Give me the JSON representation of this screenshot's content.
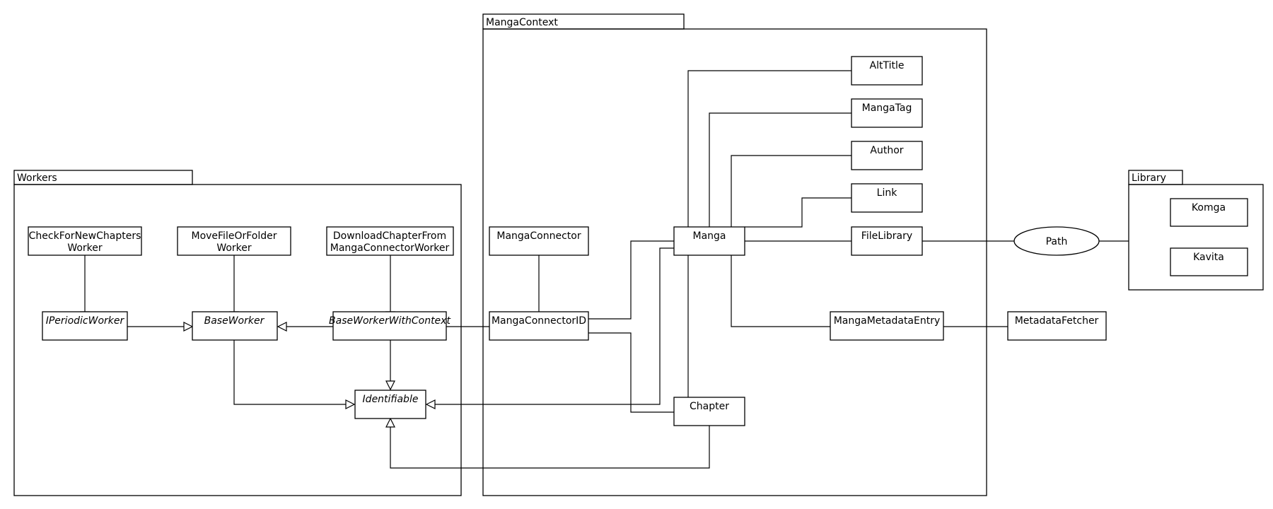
{
  "packages": {
    "workers": "Workers",
    "manga_context": "MangaContext",
    "library": "Library"
  },
  "classes": {
    "check_for_new_chapters_line1": "CheckForNewChapters",
    "check_for_new_chapters_line2": "Worker",
    "move_file_or_folder_line1": "MoveFileOrFolder",
    "move_file_or_folder_line2": "Worker",
    "download_chapter_line1": "DownloadChapterFrom",
    "download_chapter_line2": "MangaConnectorWorker",
    "iperiodic_worker": "IPeriodicWorker",
    "base_worker": "BaseWorker",
    "base_worker_with_context": "BaseWorkerWithContext",
    "identifiable": "Identifiable",
    "manga_connector": "MangaConnector",
    "manga_connector_id": "MangaConnectorID",
    "manga": "Manga",
    "chapter": "Chapter",
    "alt_title": "AltTitle",
    "manga_tag": "MangaTag",
    "author": "Author",
    "link": "Link",
    "file_library": "FileLibrary",
    "manga_metadata_entry": "MangaMetadataEntry",
    "metadata_fetcher": "MetadataFetcher",
    "path": "Path",
    "komga": "Komga",
    "kavita": "Kavita"
  }
}
